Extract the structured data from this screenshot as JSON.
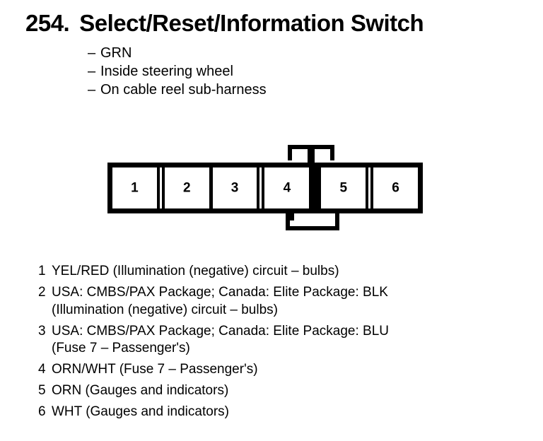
{
  "header": {
    "number": "254.",
    "title": "Select/Reset/Information Switch"
  },
  "specs": {
    "dash": "–",
    "items": [
      "GRN",
      "Inside steering wheel",
      "On cable reel sub-harness"
    ]
  },
  "connector": {
    "cavities": [
      {
        "label": "1"
      },
      {
        "label": "2"
      },
      {
        "label": "3"
      },
      {
        "label": "4"
      },
      {
        "label": "5"
      },
      {
        "label": "6"
      }
    ]
  },
  "pin_legend": [
    {
      "num": "1",
      "desc": "YEL/RED (Illumination (negative) circuit – bulbs)"
    },
    {
      "num": "2",
      "desc": "USA: CMBS/PAX Package; Canada: Elite Package: BLK\n(Illumination (negative) circuit – bulbs)"
    },
    {
      "num": "3",
      "desc": "USA: CMBS/PAX Package; Canada: Elite Package: BLU\n(Fuse 7 – Passenger's)"
    },
    {
      "num": "4",
      "desc": "ORN/WHT (Fuse 7 – Passenger's)"
    },
    {
      "num": "5",
      "desc": "ORN (Gauges and indicators)"
    },
    {
      "num": "6",
      "desc": "WHT (Gauges and indicators)"
    }
  ],
  "colors": {
    "ink": "#000000",
    "page": "#ffffff"
  }
}
